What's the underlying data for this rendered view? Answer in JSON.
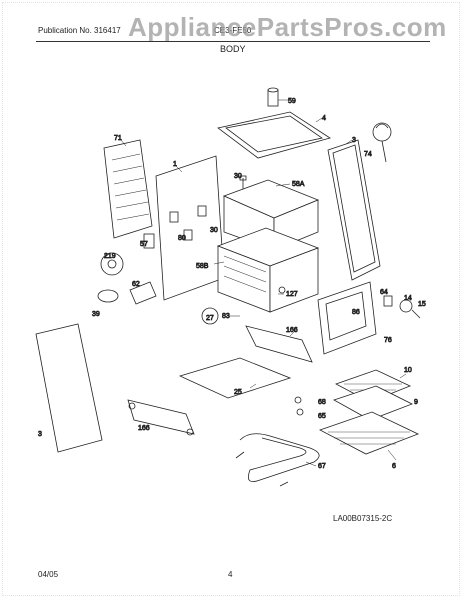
{
  "header": {
    "publication": "Publication No. 316417",
    "model": "CE3-FE50",
    "watermark": "AppliancePartsPros.com"
  },
  "section_title": "BODY",
  "diagram_code": "LA00B07315-2C",
  "footer": {
    "date": "04/05",
    "page": "4"
  },
  "part_labels": {
    "p59": "59",
    "p4": "4",
    "p3a": "3",
    "p74": "74",
    "p71": "71",
    "p1": "1",
    "p30a": "30",
    "p58a": "58A",
    "p30b": "30",
    "p80": "80",
    "p57": "57",
    "p62": "62",
    "p219": "219",
    "p58b": "58B",
    "p127": "127",
    "p39": "39",
    "p27": "27",
    "p83": "83",
    "p64": "64",
    "p14": "14",
    "p15": "15",
    "p86": "86",
    "p166a": "166",
    "p76": "76",
    "p3b": "3",
    "p25": "25",
    "p166b": "166",
    "p10": "10",
    "p68": "68",
    "p65": "65",
    "p9": "9",
    "p6": "6",
    "p67": "67"
  }
}
